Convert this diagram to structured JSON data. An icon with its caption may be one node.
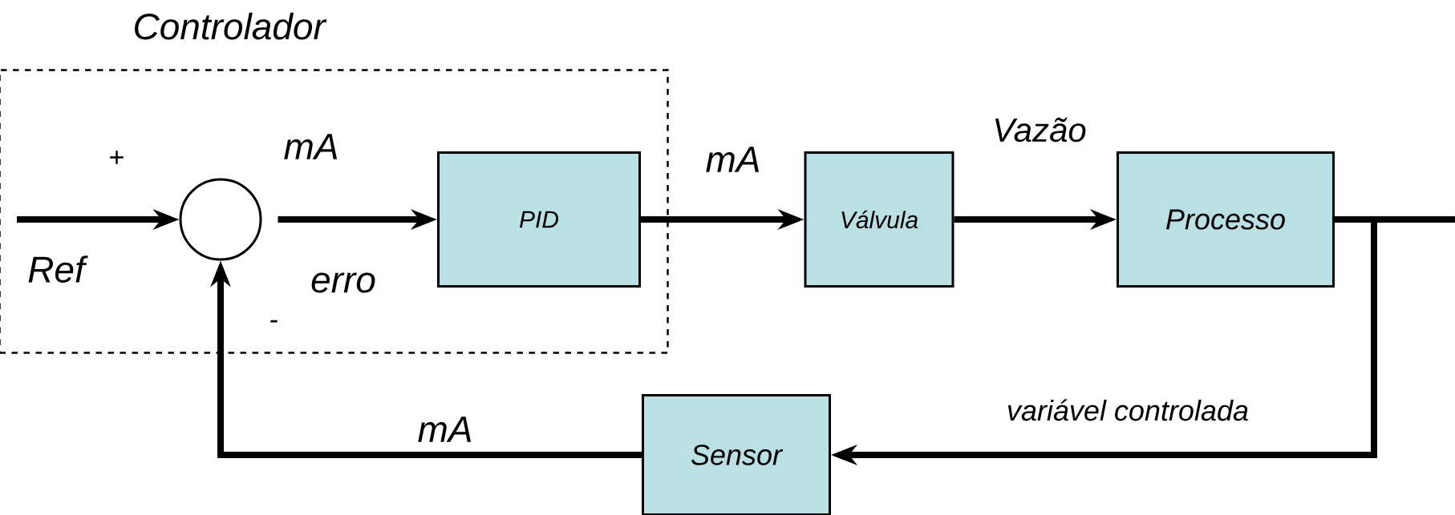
{
  "diagram": {
    "nodes": [
      {
        "text": [
          "Controlador"
        ]
      },
      {
        "text": [],
        "shape": "circle",
        "in": 0
      },
      {
        "text": [
          "PID"
        ],
        "in": 0
      },
      {
        "text": [
          "Válvula"
        ]
      },
      {
        "text": [
          "Processo"
        ]
      },
      {
        "text": [
          "Sensor"
        ]
      }
    ],
    "edges": [
      {
        "from": null,
        "to": 1,
        "arrow": "to"
      },
      {
        "from": 1,
        "to": 2,
        "arrow": "to"
      },
      {
        "from": 2,
        "to": 3,
        "arrow": "to"
      },
      {
        "from": 3,
        "to": 4,
        "arrow": "to"
      },
      {
        "from": 4,
        "to": null,
        "arrow": "none"
      },
      {
        "from": 4,
        "to": 5,
        "arrow": "to"
      },
      {
        "from": 5,
        "to": 1,
        "arrow": "to"
      }
    ],
    "labels": [
      "+",
      "Ref",
      "mA",
      "erro",
      "-",
      "mA",
      "Vazão",
      "variável controlada",
      "mA"
    ]
  }
}
